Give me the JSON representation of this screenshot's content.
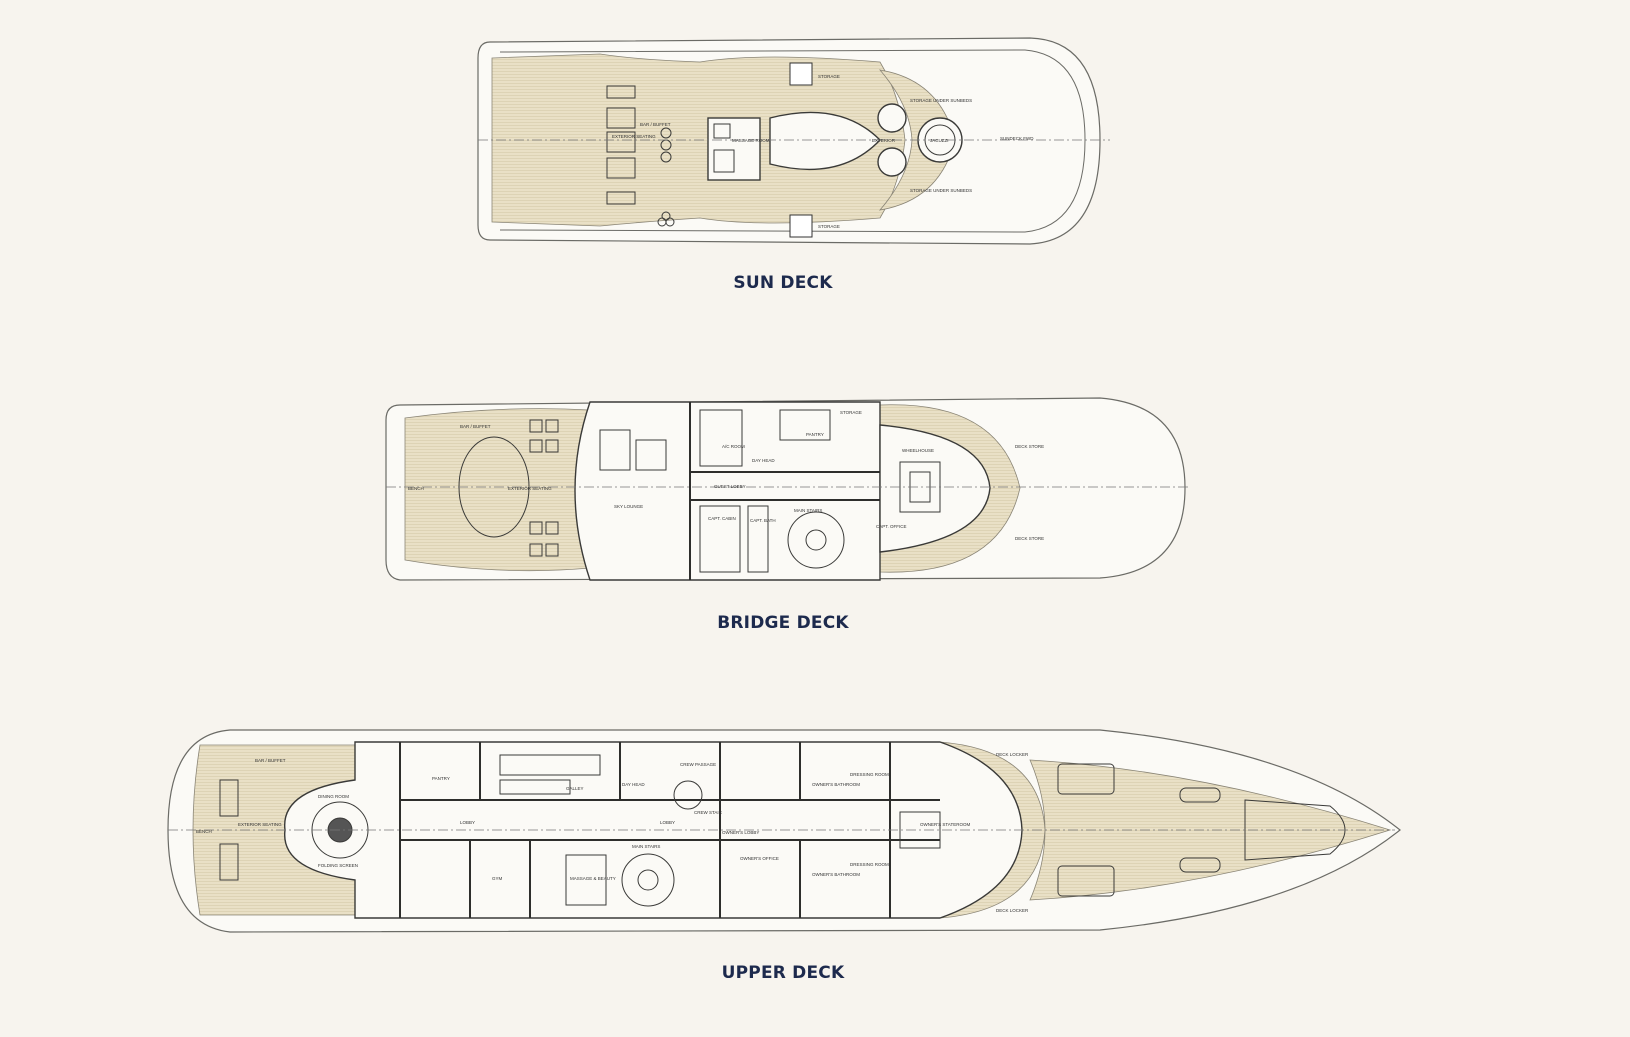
{
  "decks": [
    {
      "title": "SUN DECK",
      "rooms": [
        "EXTERIOR SEATING",
        "BAR / BUFFET",
        "MASSAGE ROOM",
        "STORAGE",
        "STORAGE",
        "EXTERIOR",
        "STORAGE UNDER SUNBEDS",
        "STORAGE UNDER SUNBEDS",
        "JACUZZI",
        "SUNDECK FWD"
      ]
    },
    {
      "title": "BRIDGE DECK",
      "rooms": [
        "EXTERIOR SEATING",
        "BAR / BUFFET",
        "BENCH",
        "SKY LOUNGE",
        "GUEST LOBBY",
        "A/C ROOM",
        "PANTRY",
        "DAY HEAD",
        "MAIN STAIRS",
        "CAPT. CABIN",
        "CAPT. BATH",
        "CAPT. OFFICE",
        "WHEELHOUSE",
        "DECK STORE",
        "DECK STORE",
        "STORAGE"
      ]
    },
    {
      "title": "UPPER DECK",
      "rooms": [
        "BAR / BUFFET",
        "EXTERIOR SEATING",
        "BENCH",
        "DINING ROOM",
        "FOLDING SCREEN",
        "PANTRY",
        "GALLEY",
        "LOBBY",
        "LOBBY",
        "DAY HEAD",
        "CREW PASSAGE",
        "CREW STAIR",
        "GYM",
        "MASSAGE & BEAUTY",
        "MAIN STAIRS",
        "OWNER'S LOBBY",
        "OWNER'S OFFICE",
        "OWNER'S BATHROOM",
        "OWNER'S BATHROOM",
        "DRESSING ROOM",
        "DRESSING ROOM",
        "OWNER'S STATEROOM",
        "DECK LOCKER",
        "DECK LOCKER"
      ]
    }
  ],
  "colors": {
    "background": "#f7f4ee",
    "deck_wood": "#e8dfc4",
    "title": "#1d2a4d"
  }
}
